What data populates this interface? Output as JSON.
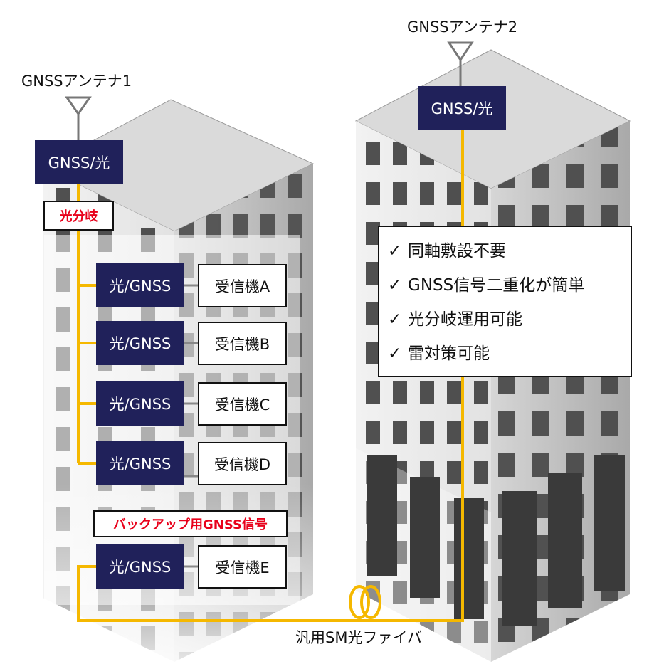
{
  "antenna1": {
    "label": "GNSSアンテナ1"
  },
  "antenna2": {
    "label": "GNSSアンテナ2"
  },
  "converter_top1": {
    "label": "GNSS/光"
  },
  "converter_top2": {
    "label": "GNSS/光"
  },
  "splitter": {
    "label": "光分岐"
  },
  "receivers": [
    {
      "converter": "光/GNSS",
      "name": "受信機A"
    },
    {
      "converter": "光/GNSS",
      "name": "受信機B"
    },
    {
      "converter": "光/GNSS",
      "name": "受信機C"
    },
    {
      "converter": "光/GNSS",
      "name": "受信機D"
    }
  ],
  "backup": {
    "label": "バックアップ用GNSS信号",
    "converter": "光/GNSS",
    "name": "受信機E"
  },
  "fiber": {
    "label": "汎用SM光ファイバ"
  },
  "benefits": {
    "check": "✓",
    "items": [
      "同軸敷設不要",
      "GNSS信号二重化が簡単",
      "光分岐運用可能",
      "雷対策可能"
    ]
  },
  "colors": {
    "fiber": "#f5b800",
    "navy": "#20215a",
    "alert": "#e8001a"
  }
}
